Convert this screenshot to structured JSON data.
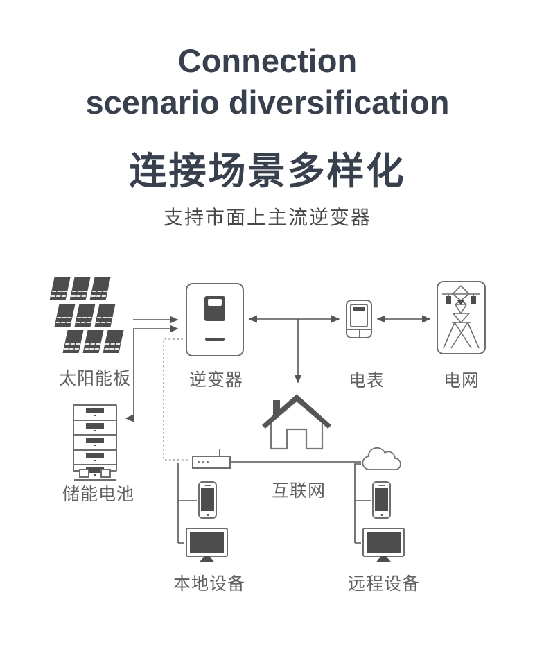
{
  "header": {
    "title_en_line1": "Connection",
    "title_en_line2": "scenario diversification",
    "title_zh": "连接场景多样化",
    "subtitle": "支持市面上主流逆变器"
  },
  "diagram": {
    "labels": {
      "solar": "太阳能板",
      "inverter": "逆变器",
      "meter": "电表",
      "grid": "电网",
      "battery": "储能电池",
      "internet": "互联网",
      "local_devices": "本地设备",
      "remote_devices": "远程设备"
    },
    "icons": [
      "solar-panel-array-icon",
      "inverter-icon",
      "meter-icon",
      "grid-tower-icon",
      "house-icon",
      "battery-stack-icon",
      "router-icon",
      "cloud-icon",
      "phone-icon",
      "monitor-icon"
    ],
    "connections": [
      "solar → inverter (arrow)",
      "battery ↔ inverter (double arrow)",
      "inverter ↔ meter (double arrow)",
      "meter ↔ grid (double arrow)",
      "junction → house (arrow down)",
      "inverter ⇢ router (dotted)",
      "router — cloud (internet line)",
      "router → local phone + monitor",
      "cloud → remote phone + monitor"
    ]
  },
  "colors": {
    "background": "#ffffff",
    "title": "#39404d",
    "subtitle": "#474747",
    "label": "#606060",
    "line": "#555555",
    "dotted_line": "#9a9a9a",
    "icon_stroke": "#6e6e6e",
    "icon_fill": "#4d4d4d"
  }
}
